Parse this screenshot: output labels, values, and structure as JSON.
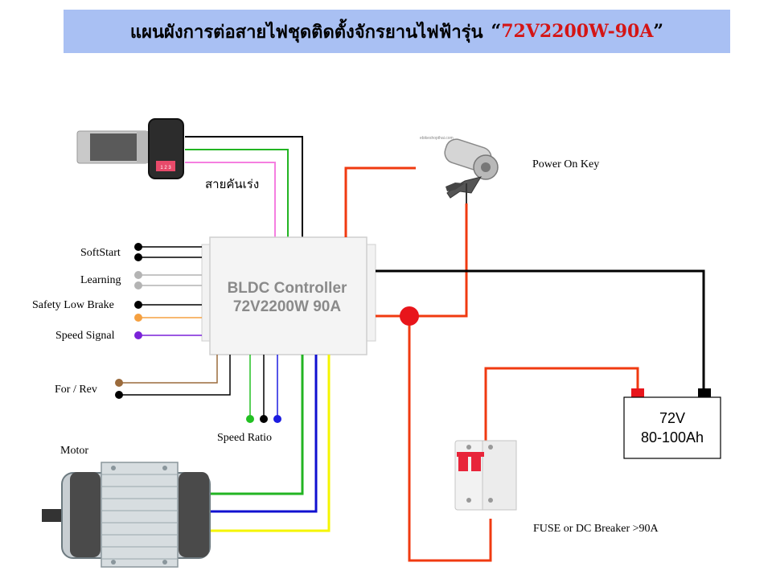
{
  "title": {
    "text": "แผนผังการต่อสายไฟชุดติดตั้งจักรยานไฟฟ้ารุ่น",
    "model_open_quote": "“",
    "model": "72V2200W-90A",
    "model_close_quote": "”"
  },
  "controller": {
    "name": "BLDC Controller",
    "model": "72V2200W 90A"
  },
  "battery": {
    "voltage": "72V",
    "capacity": "80-100Ah"
  },
  "throttle": {
    "label": "สายคันเร่ง",
    "button_text": "1 2 3"
  },
  "key_switch": {
    "label": "Power On Key",
    "watermark": "ebikeshopthai.com"
  },
  "breaker": {
    "label": "FUSE  or DC Breaker >90A"
  },
  "motor": {
    "label": "Motor"
  },
  "signals": {
    "softstart": "SoftStart",
    "learning": "Learning",
    "safety_low_brake": "Safety Low Brake",
    "speed_signal": "Speed Signal",
    "for_rev": "For / Rev",
    "speed_ratio": "Speed Ratio"
  },
  "colors": {
    "title_bg": "#a9c0f3",
    "title_model": "#d41515",
    "power_wire": "#f03a10",
    "junction": "#e8151b",
    "battery_terminal_pos": "#e8151b",
    "battery_terminal_neg": "#000000",
    "throttle_pink": "#f57fe0",
    "throttle_green": "#22b422",
    "phase_green": "#22b422",
    "phase_blue": "#1010d0",
    "phase_yellow": "#f5f500",
    "learning_gray": "#b4b4b4",
    "brake_orange": "#f5a040",
    "speed_signal_purple": "#7a22d8",
    "for_rev_brown": "#9b6b3c",
    "speed_ratio_green": "#22c022",
    "speed_ratio_blue": "#1c1ce0"
  }
}
